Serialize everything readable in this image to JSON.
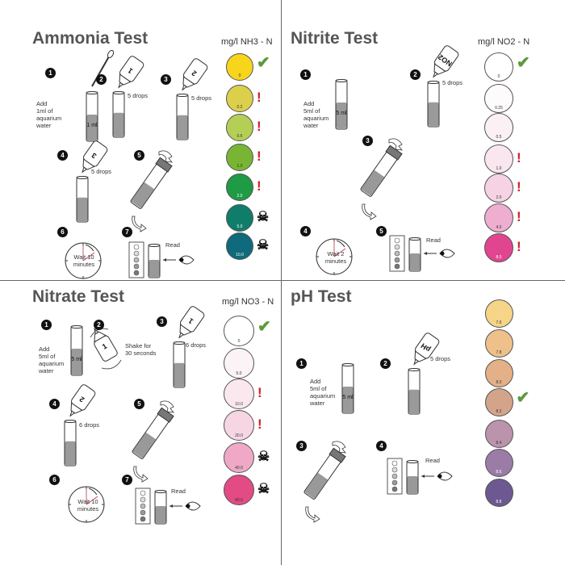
{
  "colors": {
    "check": "#5a9a3c",
    "warning": "#d0202a",
    "danger": "#111111"
  },
  "panels": [
    {
      "title": "Ammonia Test",
      "unit": "mg/l NH3 - N",
      "swatches": [
        {
          "label": "0",
          "color": "#f7d51b",
          "status": "check"
        },
        {
          "label": "0.2",
          "color": "#dccf4c",
          "status": "warning"
        },
        {
          "label": "0.5",
          "color": "#b4cf55",
          "status": "warning"
        },
        {
          "label": "1.0",
          "color": "#79b534",
          "status": "warning"
        },
        {
          "label": "2.0",
          "color": "#1f9a45",
          "status": "warning"
        },
        {
          "label": "5.0",
          "color": "#0f7d6a",
          "status": "danger"
        },
        {
          "label": "10.0",
          "color": "#0f6a7c",
          "status": "danger"
        }
      ],
      "steps": [
        {
          "num": "1",
          "icon": "pipette-tube",
          "text": "Add\n1ml of\naquarium\nwater",
          "tube_label": "1 ml"
        },
        {
          "num": "2",
          "icon": "bottle-tube",
          "bottle_label": "1",
          "text": "5 drops"
        },
        {
          "num": "3",
          "icon": "bottle-tube",
          "bottle_label": "2",
          "text": "5 drops"
        },
        {
          "num": "4",
          "icon": "bottle-tube",
          "bottle_label": "3",
          "text": "5 drops"
        },
        {
          "num": "5",
          "icon": "tilt-tube",
          "text": ""
        },
        {
          "num": "6",
          "icon": "clock",
          "text": "Wait 10\nminutes"
        },
        {
          "num": "7",
          "icon": "read-card",
          "text": "Read"
        }
      ]
    },
    {
      "title": "Nitrite Test",
      "unit": "mg/l NO2 - N",
      "swatches": [
        {
          "label": "0",
          "color": "#ffffff",
          "status": "check"
        },
        {
          "label": "0.25",
          "color": "#fdfbfc",
          "status": ""
        },
        {
          "label": "0.5",
          "color": "#fbf1f5",
          "status": ""
        },
        {
          "label": "1.0",
          "color": "#f9e6ef",
          "status": "warning"
        },
        {
          "label": "2.0",
          "color": "#f5d3e4",
          "status": "warning"
        },
        {
          "label": "4.0",
          "color": "#eeaed0",
          "status": "warning"
        },
        {
          "label": "8.0",
          "color": "#e2458f",
          "status": "warning"
        }
      ],
      "steps": [
        {
          "num": "1",
          "icon": "tube",
          "text": "Add\n5ml of\naquarium\nwater",
          "tube_label": "5 ml"
        },
        {
          "num": "2",
          "icon": "bottle-tube",
          "bottle_label": "NO2",
          "text": "5 drops"
        },
        {
          "num": "3",
          "icon": "tilt-tube",
          "text": ""
        },
        {
          "num": "4",
          "icon": "clock",
          "text": "Wait 2\nminutes"
        },
        {
          "num": "5",
          "icon": "read-card",
          "text": "Read"
        }
      ]
    },
    {
      "title": "Nitrate Test",
      "unit": "mg/l NO3 - N",
      "swatches": [
        {
          "label": "0",
          "color": "#ffffff",
          "status": "check"
        },
        {
          "label": "5.0",
          "color": "#fcf3f6",
          "status": ""
        },
        {
          "label": "10.0",
          "color": "#fbe8ef",
          "status": "warning"
        },
        {
          "label": "20.0",
          "color": "#f7d6e3",
          "status": "warning"
        },
        {
          "label": "40.0",
          "color": "#efa9c6",
          "status": "danger"
        },
        {
          "label": "80.0",
          "color": "#e34b84",
          "status": "danger"
        }
      ],
      "steps": [
        {
          "num": "1",
          "icon": "tube",
          "text": "Add\n5ml of\naquarium\nwater",
          "tube_label": "5 ml"
        },
        {
          "num": "2",
          "icon": "shake-bottle",
          "bottle_label": "1",
          "text": "Shake for\n30 seconds"
        },
        {
          "num": "3",
          "icon": "bottle-tube",
          "bottle_label": "1",
          "text": "6 drops"
        },
        {
          "num": "4",
          "icon": "bottle-tube",
          "bottle_label": "2",
          "text": "6 drops"
        },
        {
          "num": "5",
          "icon": "tilt-tube",
          "text": ""
        },
        {
          "num": "6",
          "icon": "clock",
          "text": "Wait 10\nminutes"
        },
        {
          "num": "7",
          "icon": "read-card",
          "text": "Read"
        }
      ]
    },
    {
      "title": "pH Test",
      "unit": "",
      "swatches": [
        {
          "label": "7.6",
          "color": "#f6d488",
          "status": ""
        },
        {
          "label": "7.8",
          "color": "#eec08a",
          "status": ""
        },
        {
          "label": "8.0",
          "color": "#e4b088",
          "status": ""
        },
        {
          "label": "8.2",
          "color": "#d3a489",
          "status": "check"
        },
        {
          "label": "8.4",
          "color": "#bb93ac",
          "status": ""
        },
        {
          "label": "8.6",
          "color": "#9a7ca7",
          "status": ""
        },
        {
          "label": "8.8",
          "color": "#6e5891",
          "status": ""
        }
      ],
      "steps": [
        {
          "num": "1",
          "icon": "tube",
          "text": "Add\n5ml of\naquarium\nwater",
          "tube_label": "5 ml"
        },
        {
          "num": "2",
          "icon": "bottle-tube",
          "bottle_label": "pH",
          "text": "5 drops"
        },
        {
          "num": "3",
          "icon": "tilt-tube",
          "text": ""
        },
        {
          "num": "4",
          "icon": "read-card",
          "text": "Read"
        }
      ]
    }
  ]
}
